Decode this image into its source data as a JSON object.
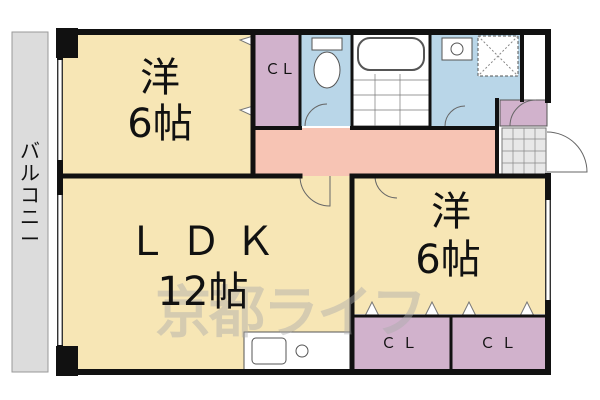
{
  "colors": {
    "wall": "#111111",
    "room_floor": "#f7e6b5",
    "hallway": "#f7c4b4",
    "closet": "#d1b2cc",
    "wet_area": "#b9d6e8",
    "balcony": "#dcdcdc"
  },
  "rooms": {
    "western_room_1": {
      "name": "洋",
      "size": "6帖"
    },
    "ldk": {
      "name": "ＬＤＫ",
      "size": "12帖"
    },
    "western_room_2": {
      "name": "洋",
      "size": "6帖"
    }
  },
  "closets": {
    "top": "ＣＬ",
    "bottom_left": "ＣＬ",
    "bottom_right": "ＣＬ"
  },
  "balcony": {
    "label": "バルコニー"
  },
  "watermark": {
    "text": "京都ライフ"
  }
}
